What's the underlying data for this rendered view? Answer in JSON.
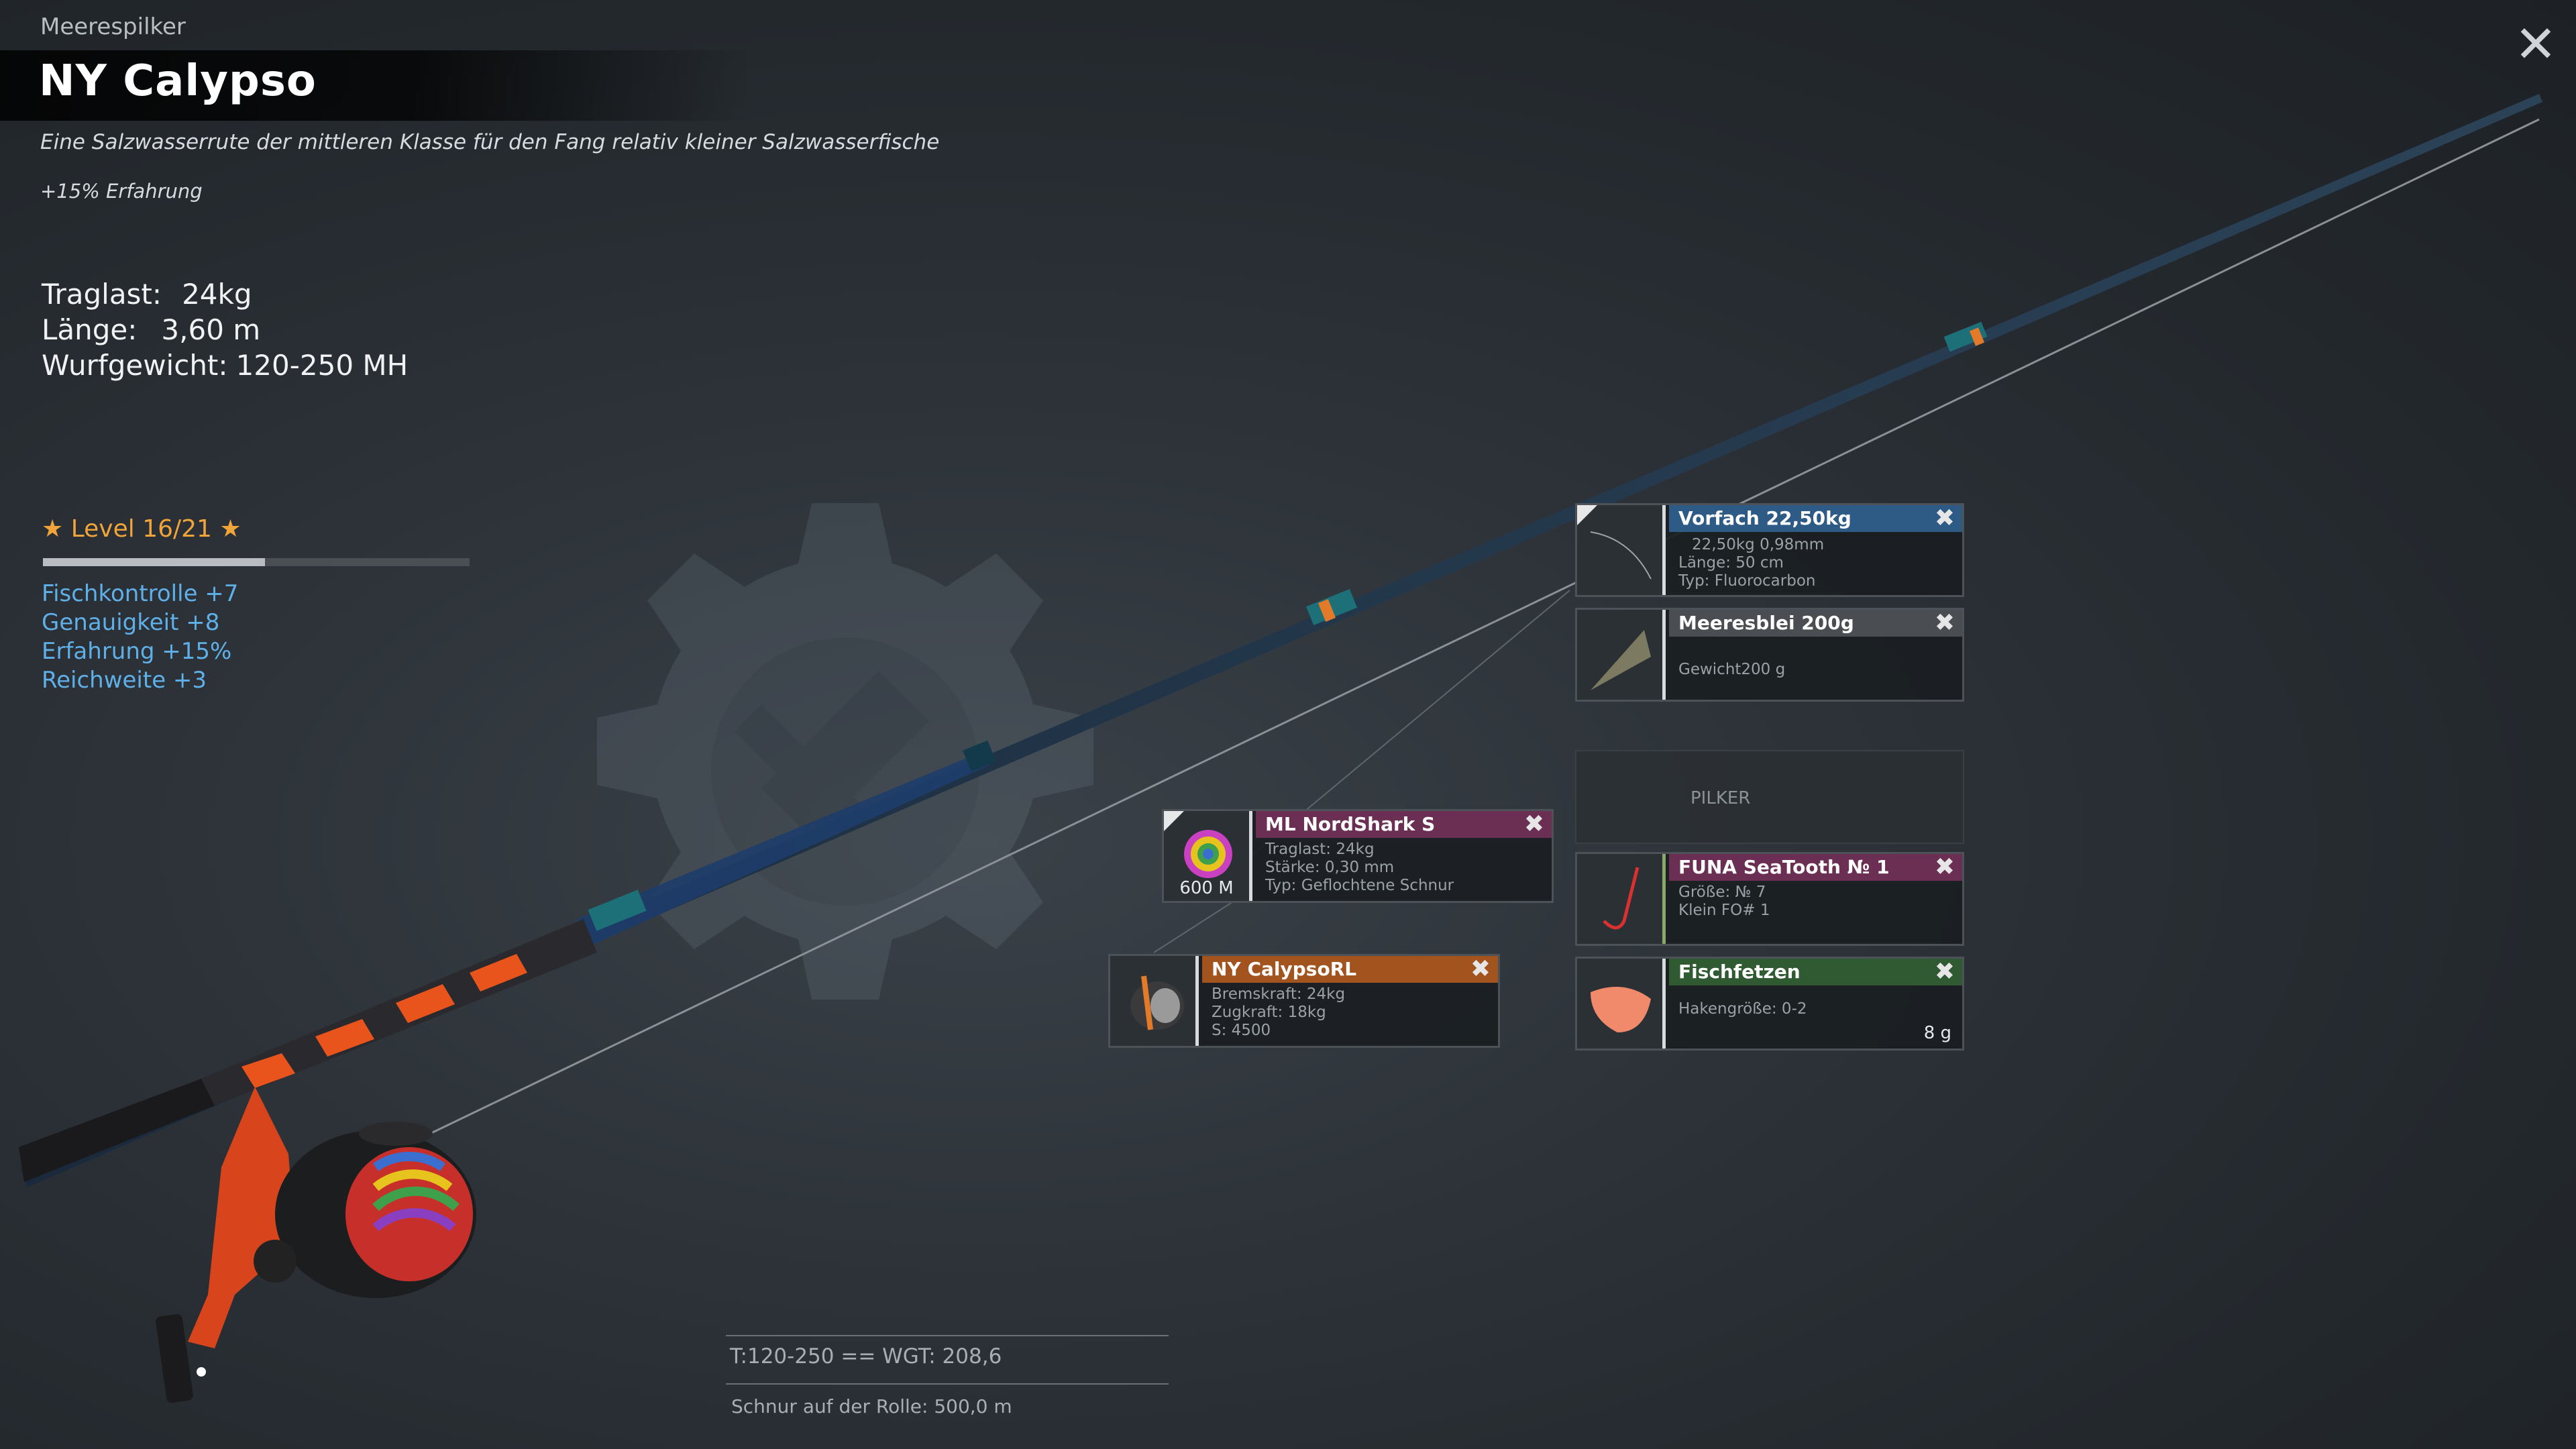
{
  "header": {
    "category": "Meerespilker",
    "title": "NY Calypso",
    "description": "Eine Salzwasserrute der mittleren Klasse für den Fang relativ kleiner Salzwasserfische",
    "bonus": "+15% Erfahrung"
  },
  "stats": {
    "load_label": "Traglast:",
    "load_value": "24kg",
    "length_label": "Länge:",
    "length_value": "3,60 m",
    "cast_label": "Wurfgewicht:",
    "cast_value": "120-250 MH"
  },
  "level": {
    "text": "★ Level 16/21 ★",
    "progress": 0.52
  },
  "perks": [
    "Fischkontrolle +7",
    "Genauigkeit +8",
    "Erfahrung +15%",
    "Reichweite +3"
  ],
  "slots": {
    "leader": {
      "title": "Vorfach  22,50kg",
      "line1": "22,50kg   0,98mm",
      "line2": "Länge:   50 cm",
      "line3": "Typ: Fluorocarbon"
    },
    "sinker": {
      "title": "Meeresblei 200g",
      "line1": "Gewicht200 g"
    },
    "lure_empty": {
      "label": "PILKER"
    },
    "hook": {
      "title": "FUNA SeaTooth № 1",
      "line1": "Größe: № 7",
      "line2": "Klein FO# 1"
    },
    "bait": {
      "title": "Fischfetzen",
      "line1": "Hakengröße: 0-2",
      "amount": "8 g"
    },
    "line": {
      "title": "ML NordShark S",
      "line1": "Traglast:   24kg",
      "line2": "Stärke:   0,30 mm",
      "line3": "Typ: Geflochtene Schnur",
      "length_badge": "600 M"
    },
    "reel": {
      "title": "NY CalypsoRL",
      "line1": "Bremskraft:   24kg",
      "line2": "Zugkraft:   18kg",
      "line3": "S: 4500"
    }
  },
  "footer": {
    "tension": "T:120-250  == WGT: 208,6",
    "spool": "Schnur auf der Rolle: 500,0 m"
  },
  "icons": {
    "close": "close-icon",
    "remove": "remove-icon"
  },
  "colors": {
    "level": "#f0a43a",
    "perks": "#5fb0e8",
    "leader_header": "#2e5a86",
    "sinker_header": "#4a4e52",
    "hook_header": "#6a2f52",
    "line_header": "#6a2f52",
    "reel_header": "#a3541e",
    "bait_header": "#2f5a32"
  }
}
